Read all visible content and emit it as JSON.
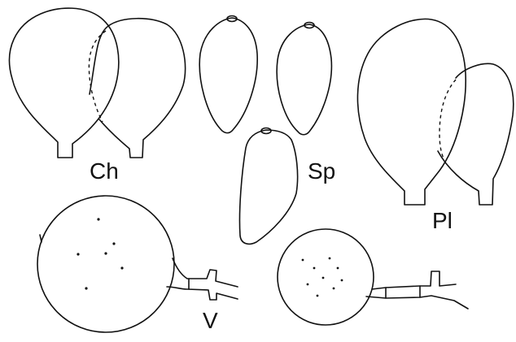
{
  "labels": {
    "ch": "Ch",
    "sp": "Sp",
    "pl": "Pl",
    "v": "V"
  },
  "colors": {
    "stroke": "#111111",
    "background": "#ffffff"
  }
}
